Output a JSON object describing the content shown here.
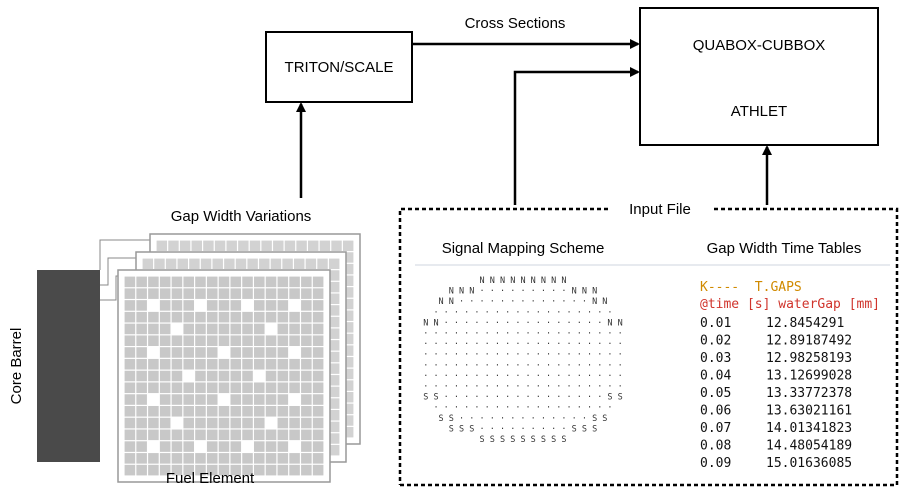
{
  "labels": {
    "cross_sections": "Cross Sections",
    "triton_scale": "TRITON/SCALE",
    "quabox": "QUABOX-CUBBOX",
    "athlet": "ATHLET",
    "gap_width_variations": "Gap Width Variations",
    "input_file": "Input File",
    "signal_mapping": "Signal Mapping Scheme",
    "gap_width_tables": "Gap Width Time Tables",
    "core_barrel": "Core Barrel",
    "fuel_element": "Fuel Element"
  },
  "signal_map": {
    "rows": [
      "N N N N N N N N N",
      "N N N · · · · · · · · · N N N",
      "N N · · · · · · · · · · · · · N N",
      "· · · · · · · · · · · · · · · · · ·",
      "N N · · · · · · · · · · · · · · · · N N",
      "· · · · · · · · · · · · · · · · · · · ·",
      "· · · · · · · · · · · · · · · · · · · ·",
      "· · · · · · · · · · · · · · · · · · · ·",
      "· · · · · · · · · · · · · · · · · · · ·",
      "· · · · · · · · · · · · · · · · · · · ·",
      "· · · · · · · · · · · · · · · · · · · ·",
      "S S · · · · · · · · · · · · · · · · S S",
      "· · · · · · · · · · · · · · · · · ·",
      "S S · · · · · · · · · · · · · S S",
      "S S S · · · · · · · · · S S S",
      "S S S S S S S S S"
    ]
  },
  "gap_table": {
    "header1": "K----  T.GAPS",
    "header2": "@time [s] waterGap [mm]",
    "rows": [
      {
        "time": "0.01",
        "gap": "12.8454291"
      },
      {
        "time": "0.02",
        "gap": "12.89187492"
      },
      {
        "time": "0.03",
        "gap": "12.98258193"
      },
      {
        "time": "0.04",
        "gap": "13.12699028"
      },
      {
        "time": "0.05",
        "gap": "13.33772378"
      },
      {
        "time": "0.06",
        "gap": "13.63021161"
      },
      {
        "time": "0.07",
        "gap": "14.01341823"
      },
      {
        "time": "0.08",
        "gap": "14.48054189"
      },
      {
        "time": "0.09",
        "gap": "15.01636085"
      }
    ]
  },
  "colors": {
    "header_orange": "#d08a00",
    "header_red": "#d0342c",
    "barrel": "#4a4a4a",
    "grid_fill": "#c8c8c8",
    "grid_line": "#f4f4f4"
  }
}
